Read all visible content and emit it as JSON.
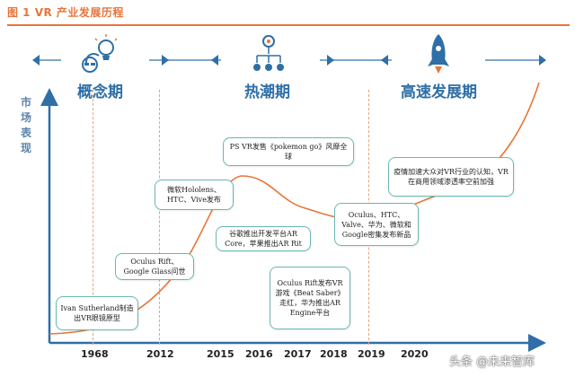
{
  "header": {
    "title": "图 1 VR 产业发展历程"
  },
  "phases": [
    {
      "label": "概念期",
      "icon": "lightbulb-head-icon"
    },
    {
      "label": "热潮期",
      "icon": "gear-network-icon"
    },
    {
      "label": "高速发展期",
      "icon": "rocket-icon"
    }
  ],
  "y_axis_label": "市场表现",
  "years": [
    "1968",
    "2012",
    "2015",
    "2016",
    "2017",
    "2018",
    "2019",
    "2020"
  ],
  "events": [
    {
      "text": "Ivan Sutherland制造出VR眼镜原型"
    },
    {
      "text": "Oculus Rift、Google Glass问世"
    },
    {
      "text": "微软Hololens、HTC、Vive发布"
    },
    {
      "text": "谷歌推出开发平台AR Core，苹果推出AR Rit"
    },
    {
      "text": "PS VR发售《pokemon go》风靡全球"
    },
    {
      "text": "Oculus Rift发布VR游戏《Beat Saber》走红，华为推出AR Engine平台"
    },
    {
      "text": "Oculus、HTC、Valve、华为、微软和Google密集发布新品"
    },
    {
      "text": "疫情加速大众对VR行业的认知，VR在商用领域渗透率空前加强"
    }
  ],
  "watermark": "头条 @未来智库",
  "colors": {
    "accent": "#e8753a",
    "phase_blue": "#2e6fa7",
    "callout_border": "#68b7b5",
    "axis": "#2e6fa7"
  }
}
